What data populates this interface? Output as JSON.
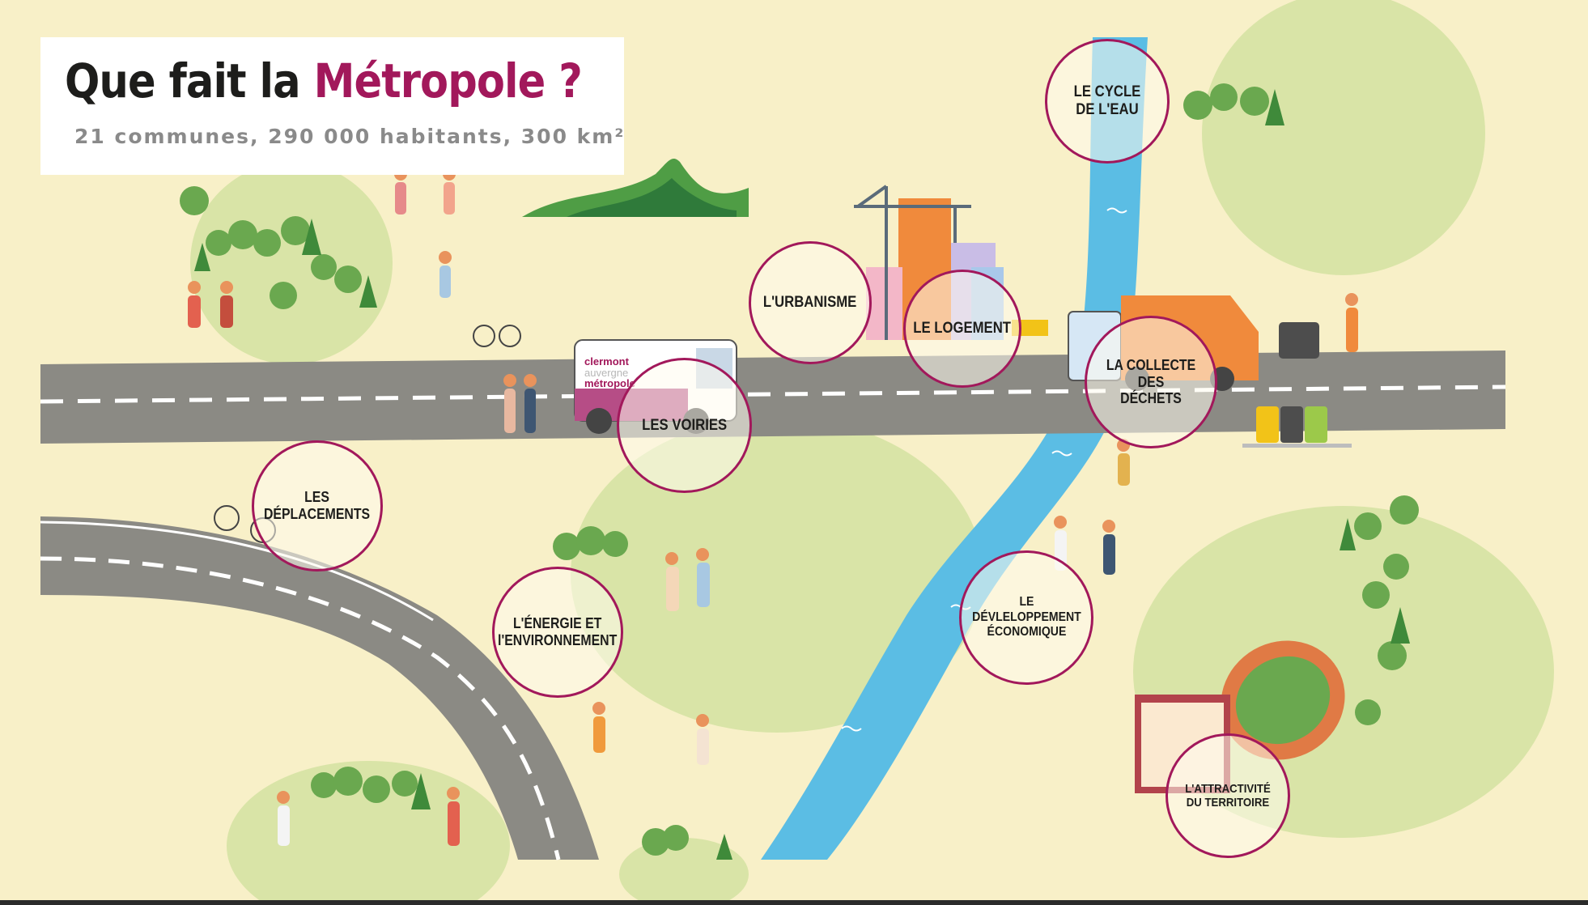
{
  "header": {
    "title_prefix": "Que fait la ",
    "title_accent": "Métropole ?",
    "subtitle": "21 communes, 290 000 habitants, 300 km²"
  },
  "vehicle": {
    "brand_line1": "clermont",
    "brand_line2": "auvergne",
    "brand_line3": "métropole"
  },
  "hotspots": {
    "cycle_eau": "LE CYCLE\nDE L'EAU",
    "urbanisme": "L'URBANISME",
    "logement": "LE LOGEMENT",
    "collecte": "LA COLLECTE DES\nDÉCHETS",
    "voiries": "LES VOIRIES",
    "deplacements": "LES\nDÉPLACEMENTS",
    "energie": "L'ÉNERGIE ET\nl'ENVIRONNEMENT",
    "developpement": "LE\nDÉVLELOPPEMENT\nÉCONOMIQUE",
    "attractivite": "L'ATTRACTIVITÉ\nDU TERRITOIRE"
  },
  "colors": {
    "accent": "#a2185b",
    "background": "#f8f0c8",
    "grass": "#d9e4a7",
    "road": "#8b8a84",
    "river": "#5bbde4"
  }
}
